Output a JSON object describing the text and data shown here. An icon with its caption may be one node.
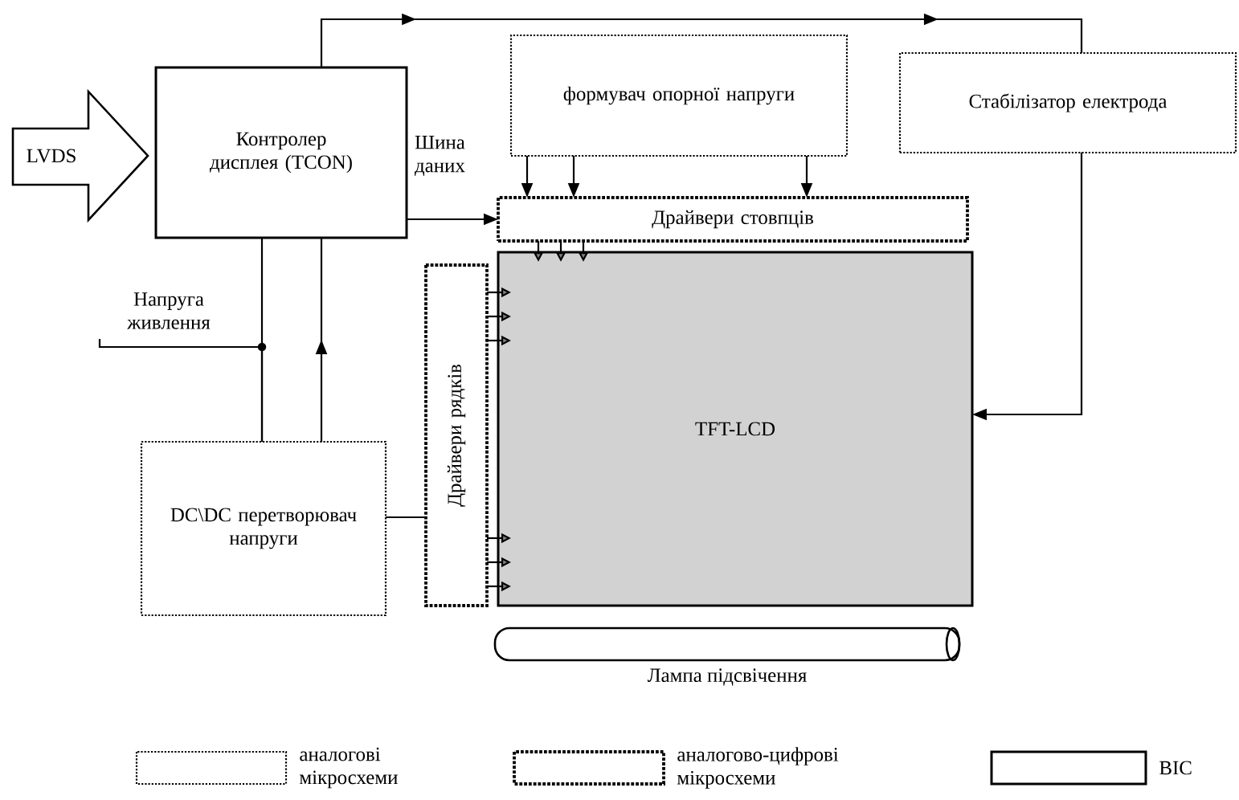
{
  "diagram": {
    "nodes": [
      {
        "text": [
          "LVDS"
        ]
      },
      {
        "text": [
          "Контролер дисплея (TCON)"
        ]
      },
      {
        "text": [
          "формувач опорної напруги"
        ]
      },
      {
        "text": [
          "Стабілізатор електрода"
        ]
      },
      {
        "text": [
          "Драйвери стовпців"
        ]
      },
      {
        "text": [
          "Драйвери рядків"
        ]
      },
      {
        "text": [
          "TFT-LCD"
        ]
      },
      {
        "text": [
          "DC\\DC перетворювач напруги"
        ]
      },
      {
        "text": [
          "Лампа підсвічення"
        ]
      },
      {
        "text": [
          "Напруга живлення"
        ]
      }
    ],
    "edges": [
      {
        "from": 1,
        "to": 3,
        "arrow": "to"
      },
      {
        "from": 1,
        "to": 4,
        "arrow": "to",
        "label": "Шина даних"
      },
      {
        "from": 2,
        "to": 4,
        "arrow": "to"
      },
      {
        "from": 2,
        "to": 4,
        "arrow": "to"
      },
      {
        "from": 2,
        "to": 4,
        "arrow": "to"
      },
      {
        "from": 3,
        "to": 6,
        "arrow": "to"
      },
      {
        "from": 4,
        "to": 6,
        "arrow": "to"
      },
      {
        "from": 4,
        "to": 6,
        "arrow": "to"
      },
      {
        "from": 4,
        "to": 6,
        "arrow": "to"
      },
      {
        "from": 5,
        "to": 6,
        "arrow": "to"
      },
      {
        "from": 5,
        "to": 6,
        "arrow": "to"
      },
      {
        "from": 5,
        "to": 6,
        "arrow": "to"
      },
      {
        "from": 5,
        "to": 6,
        "arrow": "to"
      },
      {
        "from": 5,
        "to": 6,
        "arrow": "to"
      },
      {
        "from": 5,
        "to": 6,
        "arrow": "to"
      },
      {
        "from": 7,
        "to": 5,
        "arrow": "none"
      },
      {
        "from": 1,
        "to": 7,
        "arrow": "none"
      },
      {
        "from": 7,
        "to": 1,
        "arrow": "to"
      },
      {
        "from": 9,
        "to": 7,
        "arrow": "none"
      }
    ],
    "legend": [
      {
        "text": "аналогові мікросхеми"
      },
      {
        "text": "аналогово-цифрові мікросхеми"
      },
      {
        "text": "ВІС"
      }
    ]
  }
}
